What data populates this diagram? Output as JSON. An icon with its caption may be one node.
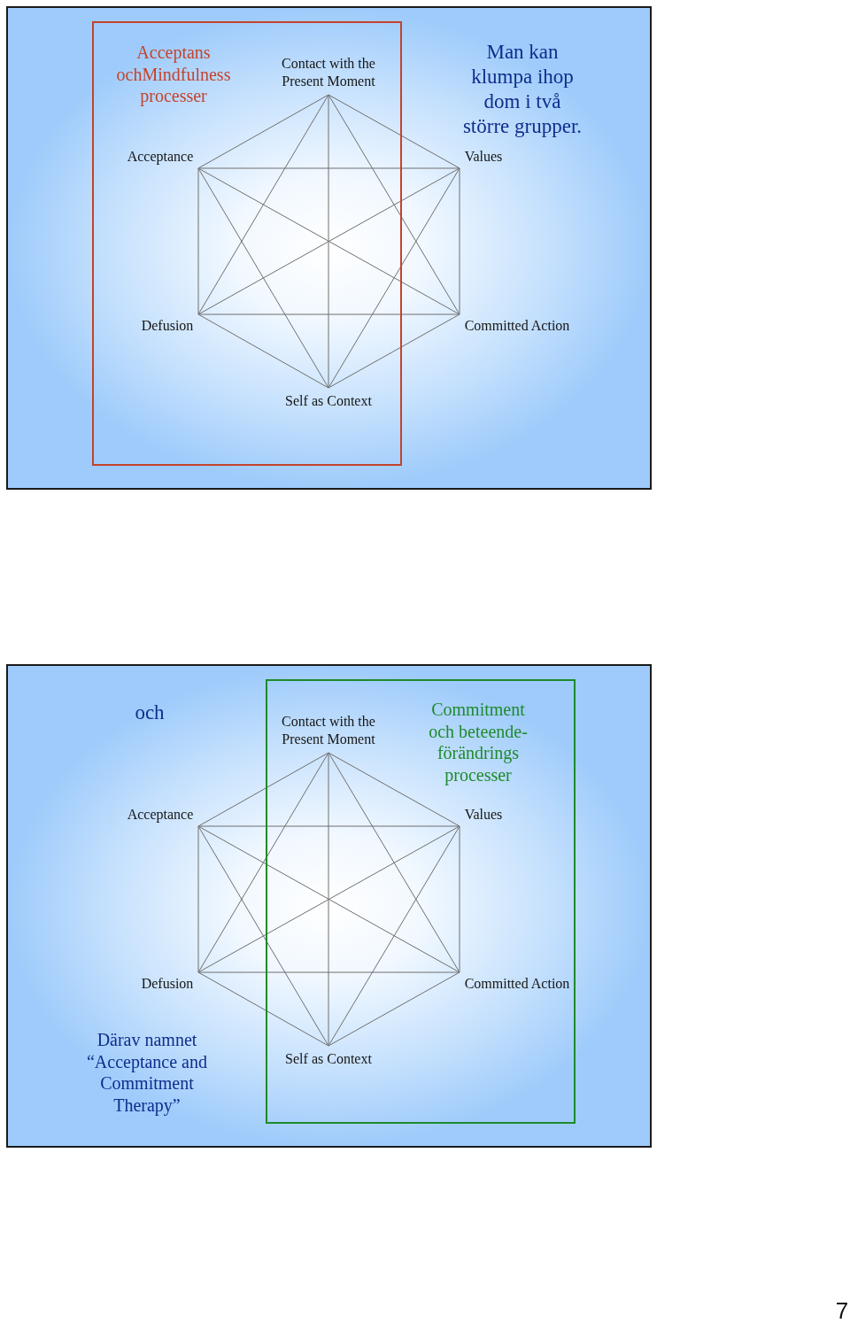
{
  "diagram": {
    "nodes": [
      {
        "text": [],
        "shape": "box"
      },
      {
        "text": [
          "Acceptans ochMindfulness processer"
        ],
        "in": 0
      },
      {
        "text": [
          "Contact with the Present Moment"
        ],
        "in": 1
      },
      {
        "text": [
          "Acceptance"
        ],
        "in": 1
      },
      {
        "text": [
          "Values"
        ],
        "in": 0
      },
      {
        "text": [
          "Defusion"
        ],
        "in": 1
      },
      {
        "text": [
          "Committed Action"
        ],
        "in": 0
      },
      {
        "text": [
          "Self as Context"
        ],
        "in": 1
      },
      {
        "text": [],
        "shape": "box"
      },
      {
        "text": [
          "Commitment och beteende-förändrings processer"
        ],
        "in": 8
      },
      {
        "text": [
          "Contact with the Present Moment"
        ],
        "in": 9
      },
      {
        "text": [
          "Acceptance"
        ],
        "in": 8
      },
      {
        "text": [
          "Values"
        ],
        "in": 9
      },
      {
        "text": [
          "Defusion"
        ],
        "in": 8
      },
      {
        "text": [
          "Committed Action"
        ],
        "in": 9
      },
      {
        "text": [
          "Self as Context"
        ],
        "in": 9
      }
    ],
    "edges": [
      {
        "from": 2,
        "to": 3,
        "arrow": "none"
      },
      {
        "from": 2,
        "to": 4,
        "arrow": "none"
      },
      {
        "from": 2,
        "to": 5,
        "arrow": "none"
      },
      {
        "from": 2,
        "to": 6,
        "arrow": "none"
      },
      {
        "from": 2,
        "to": 7,
        "arrow": "none"
      },
      {
        "from": 3,
        "to": 4,
        "arrow": "none"
      },
      {
        "from": 3,
        "to": 5,
        "arrow": "none"
      },
      {
        "from": 3,
        "to": 6,
        "arrow": "none"
      },
      {
        "from": 3,
        "to": 7,
        "arrow": "none"
      },
      {
        "from": 4,
        "to": 5,
        "arrow": "none"
      },
      {
        "from": 4,
        "to": 6,
        "arrow": "none"
      },
      {
        "from": 4,
        "to": 7,
        "arrow": "none"
      },
      {
        "from": 5,
        "to": 6,
        "arrow": "none"
      },
      {
        "from": 5,
        "to": 7,
        "arrow": "none"
      },
      {
        "from": 6,
        "to": 7,
        "arrow": "none"
      },
      {
        "from": 10,
        "to": 11,
        "arrow": "none"
      },
      {
        "from": 10,
        "to": 12,
        "arrow": "none"
      },
      {
        "from": 10,
        "to": 13,
        "arrow": "none"
      },
      {
        "from": 10,
        "to": 14,
        "arrow": "none"
      },
      {
        "from": 10,
        "to": 15,
        "arrow": "none"
      },
      {
        "from": 11,
        "to": 12,
        "arrow": "none"
      },
      {
        "from": 11,
        "to": 13,
        "arrow": "none"
      },
      {
        "from": 11,
        "to": 14,
        "arrow": "none"
      },
      {
        "from": 11,
        "to": 15,
        "arrow": "none"
      },
      {
        "from": 12,
        "to": 13,
        "arrow": "none"
      },
      {
        "from": 12,
        "to": 14,
        "arrow": "none"
      },
      {
        "from": 12,
        "to": 15,
        "arrow": "none"
      },
      {
        "from": 13,
        "to": 14,
        "arrow": "none"
      },
      {
        "from": 13,
        "to": 15,
        "arrow": "none"
      },
      {
        "from": 14,
        "to": 15,
        "arrow": "none"
      }
    ],
    "labels": [
      "Man kan klumpa ihop dom i två större grupper.",
      "och",
      "Därav namnet “Acceptance and Commitment Therapy”",
      "7"
    ]
  }
}
